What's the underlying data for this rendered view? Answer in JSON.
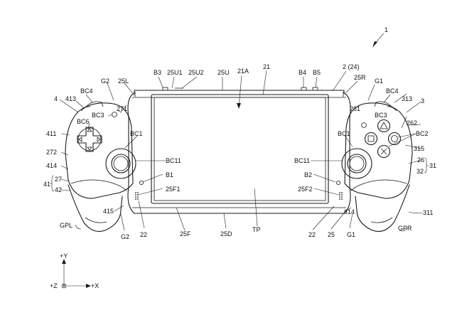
{
  "labels": {
    "n1": "1",
    "n2_24": "2 (24)",
    "n3": "3",
    "n4": "4",
    "B1": "B1",
    "B2": "B2",
    "B3": "B3",
    "B4": "B4",
    "B5": "B5",
    "BC1_left": "BC1",
    "BC1_right": "BC1",
    "BC2": "BC2",
    "BC3_left": "BC3",
    "BC3_right": "BC3",
    "BC4_left": "BC4",
    "BC4_right": "BC4",
    "BC6": "BC6",
    "BC11_left": "BC11",
    "BC11_right": "BC11",
    "G1_top": "G1",
    "G1_bottom": "G1",
    "G2_top": "G2",
    "G2_bottom": "G2",
    "GPL": "GPL",
    "GPR": "GPR",
    "TP": "TP",
    "n21": "21",
    "n21A": "21A",
    "n22_left": "22",
    "n22_right": "22",
    "n25": "25",
    "n25D": "25D",
    "n25F": "25F",
    "n25F1": "25F1",
    "n25F2": "25F2",
    "n25L": "25L",
    "n25R": "25R",
    "n25U": "25U",
    "n25U1": "25U1",
    "n25U2": "25U2",
    "n26": "26",
    "n27": "27",
    "n31": "31",
    "n32": "32",
    "n41": "41",
    "n42": "42",
    "n261": "261",
    "n262": "262",
    "n271": "271",
    "n272": "272",
    "n311": "311",
    "n313": "313",
    "n314": "314",
    "n315": "315",
    "n411": "411",
    "n413": "413",
    "n414": "414",
    "n415": "415"
  },
  "axes": {
    "plus_y": "+Y",
    "plus_x": "+X",
    "plus_z": "+Z"
  },
  "icons": [
    "dpad-icon",
    "triangle-icon",
    "square-icon",
    "circle-icon",
    "cross-icon",
    "speaker-grille-icon"
  ]
}
